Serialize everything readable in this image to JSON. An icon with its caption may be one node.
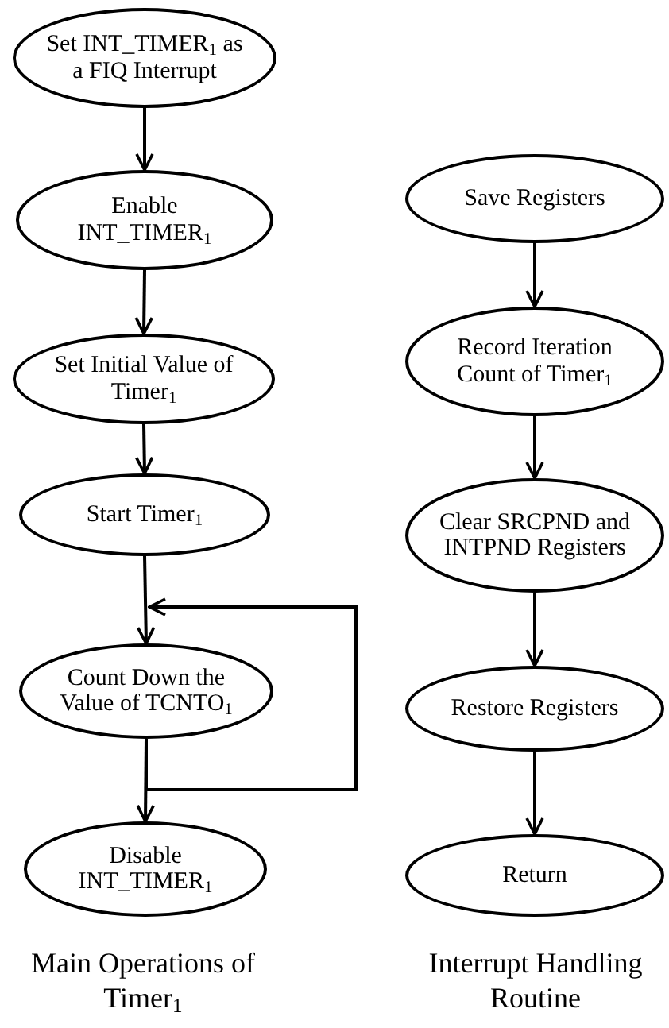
{
  "diagram": {
    "nodes": [
      {
        "text": [
          "Set INT_TIMER$_{1}$ as a FIQ Interrupt"
        ]
      },
      {
        "text": [
          "Enable INT_TIMER$_{1}$"
        ]
      },
      {
        "text": [
          "Set Initial Value of Timer$_{1}$"
        ]
      },
      {
        "text": [
          "Start Timer$_{1}$"
        ]
      },
      {
        "text": [
          "Count Down the Value of TCNTO$_{1}$"
        ]
      },
      {
        "text": [
          "Disable INT_TIMER$_{1}$"
        ]
      },
      {
        "text": [
          "Save Registers"
        ]
      },
      {
        "text": [
          "Record Iteration Count of Timer$_{1}$"
        ]
      },
      {
        "text": [
          "Clear SRCPND and INTPND Registers"
        ]
      },
      {
        "text": [
          "Restore Registers"
        ]
      },
      {
        "text": [
          "Return"
        ]
      }
    ],
    "edges": [
      {
        "from": 0,
        "to": 1,
        "arrow": "to"
      },
      {
        "from": 1,
        "to": 2,
        "arrow": "to"
      },
      {
        "from": 2,
        "to": 3,
        "arrow": "to"
      },
      {
        "from": 3,
        "to": 4,
        "arrow": "to"
      },
      {
        "from": 4,
        "to": 5,
        "arrow": "to"
      },
      {
        "from": 4,
        "to": 4,
        "arrow": "to"
      },
      {
        "from": 6,
        "to": 7,
        "arrow": "to"
      },
      {
        "from": 7,
        "to": 8,
        "arrow": "to"
      },
      {
        "from": 8,
        "to": 9,
        "arrow": "to"
      },
      {
        "from": 9,
        "to": 10,
        "arrow": "to"
      }
    ],
    "labels": [
      "Main Operations of Timer$_{1}$",
      "Interrupt Handling Routine"
    ]
  }
}
